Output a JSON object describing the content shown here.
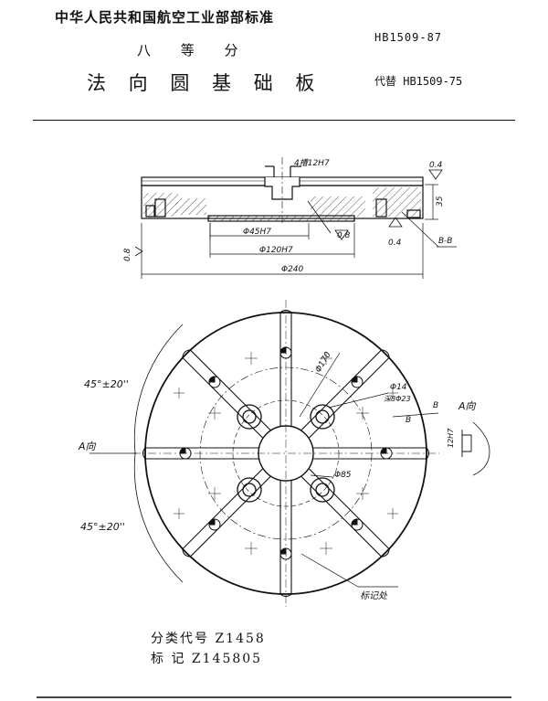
{
  "header": {
    "organization": "中华人民共和国航空工业部部标准",
    "classification": "八 等 分",
    "title": "法 向 圆 基 础 板",
    "standard_no": "HB1509-87",
    "replaces": "代替 HB1509-75"
  },
  "side_view": {
    "slot_label": "4槽12H7",
    "top_flatness": "0.4",
    "height": "35",
    "bore_small": "Φ45H7",
    "roughness_bore": "0.8",
    "flatness_bottom": "0.4",
    "section_label": "B-B",
    "roughness_bottom": "0.8",
    "bore_mid": "Φ120H7",
    "outer_diameter": "Φ240"
  },
  "plan_view": {
    "pitch_circle": "Φ170",
    "hole_diameter": "Φ14",
    "counterbore": "深8Φ23",
    "center_ring": "Φ85",
    "angle_upper": "45°±20''",
    "angle_lower": "45°±20''",
    "view_arrow_left": "A向",
    "section_mark_1": "B",
    "section_mark_2": "B",
    "view_a_label": "A向",
    "view_a_slot": "12H7",
    "marking_note": "标记处"
  },
  "footer": {
    "classification_code": "分类代号 Z1458",
    "marking_code": "标    记 Z145805"
  }
}
